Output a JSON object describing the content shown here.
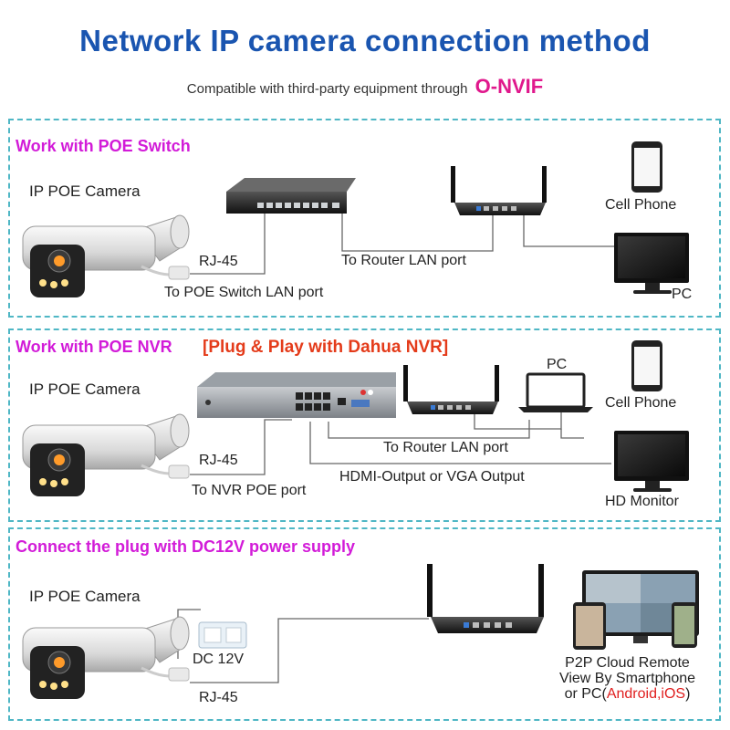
{
  "header": {
    "title": "Network IP camera connection method",
    "subtitle": "Compatible with third-party equipment through",
    "protocol": "O-NVIF"
  },
  "section_poe_switch": {
    "title": "Work with POE Switch",
    "camera_label": "IP POE Camera",
    "rj45_label": "RJ-45",
    "switch_port_label": "To POE Switch LAN port",
    "router_port_label": "To Router LAN port",
    "phone_label": "Cell Phone",
    "pc_label": "PC"
  },
  "section_poe_nvr": {
    "title": "Work with POE NVR",
    "dahua_label": "[Plug & Play with Dahua NVR]",
    "camera_label": "IP POE Camera",
    "rj45_label": "RJ-45",
    "nvr_port_label": "To NVR POE port",
    "router_port_label": "To Router LAN port",
    "video_output_label": "HDMI-Output or VGA Output",
    "pc_label": "PC",
    "phone_label": "Cell Phone",
    "monitor_label": "HD Monitor"
  },
  "section_dc12v": {
    "title": "Connect the plug with DC12V power supply",
    "camera_label": "IP POE Camera",
    "power_label": "DC 12V",
    "rj45_label": "RJ-45",
    "p2p_line1": "P2P Cloud Remote",
    "p2p_line2": "View By Smartphone",
    "p2p_line3_prefix": "or PC(",
    "p2p_line3_os": "Android,iOS",
    "p2p_line3_suffix": ")"
  },
  "colors": {
    "title_blue": "#1a55b0",
    "accent_magenta": "#e0188c",
    "section_title": "#d21bd8",
    "dahua_red": "#e43b1a",
    "panel_border": "#4fb7c5"
  }
}
